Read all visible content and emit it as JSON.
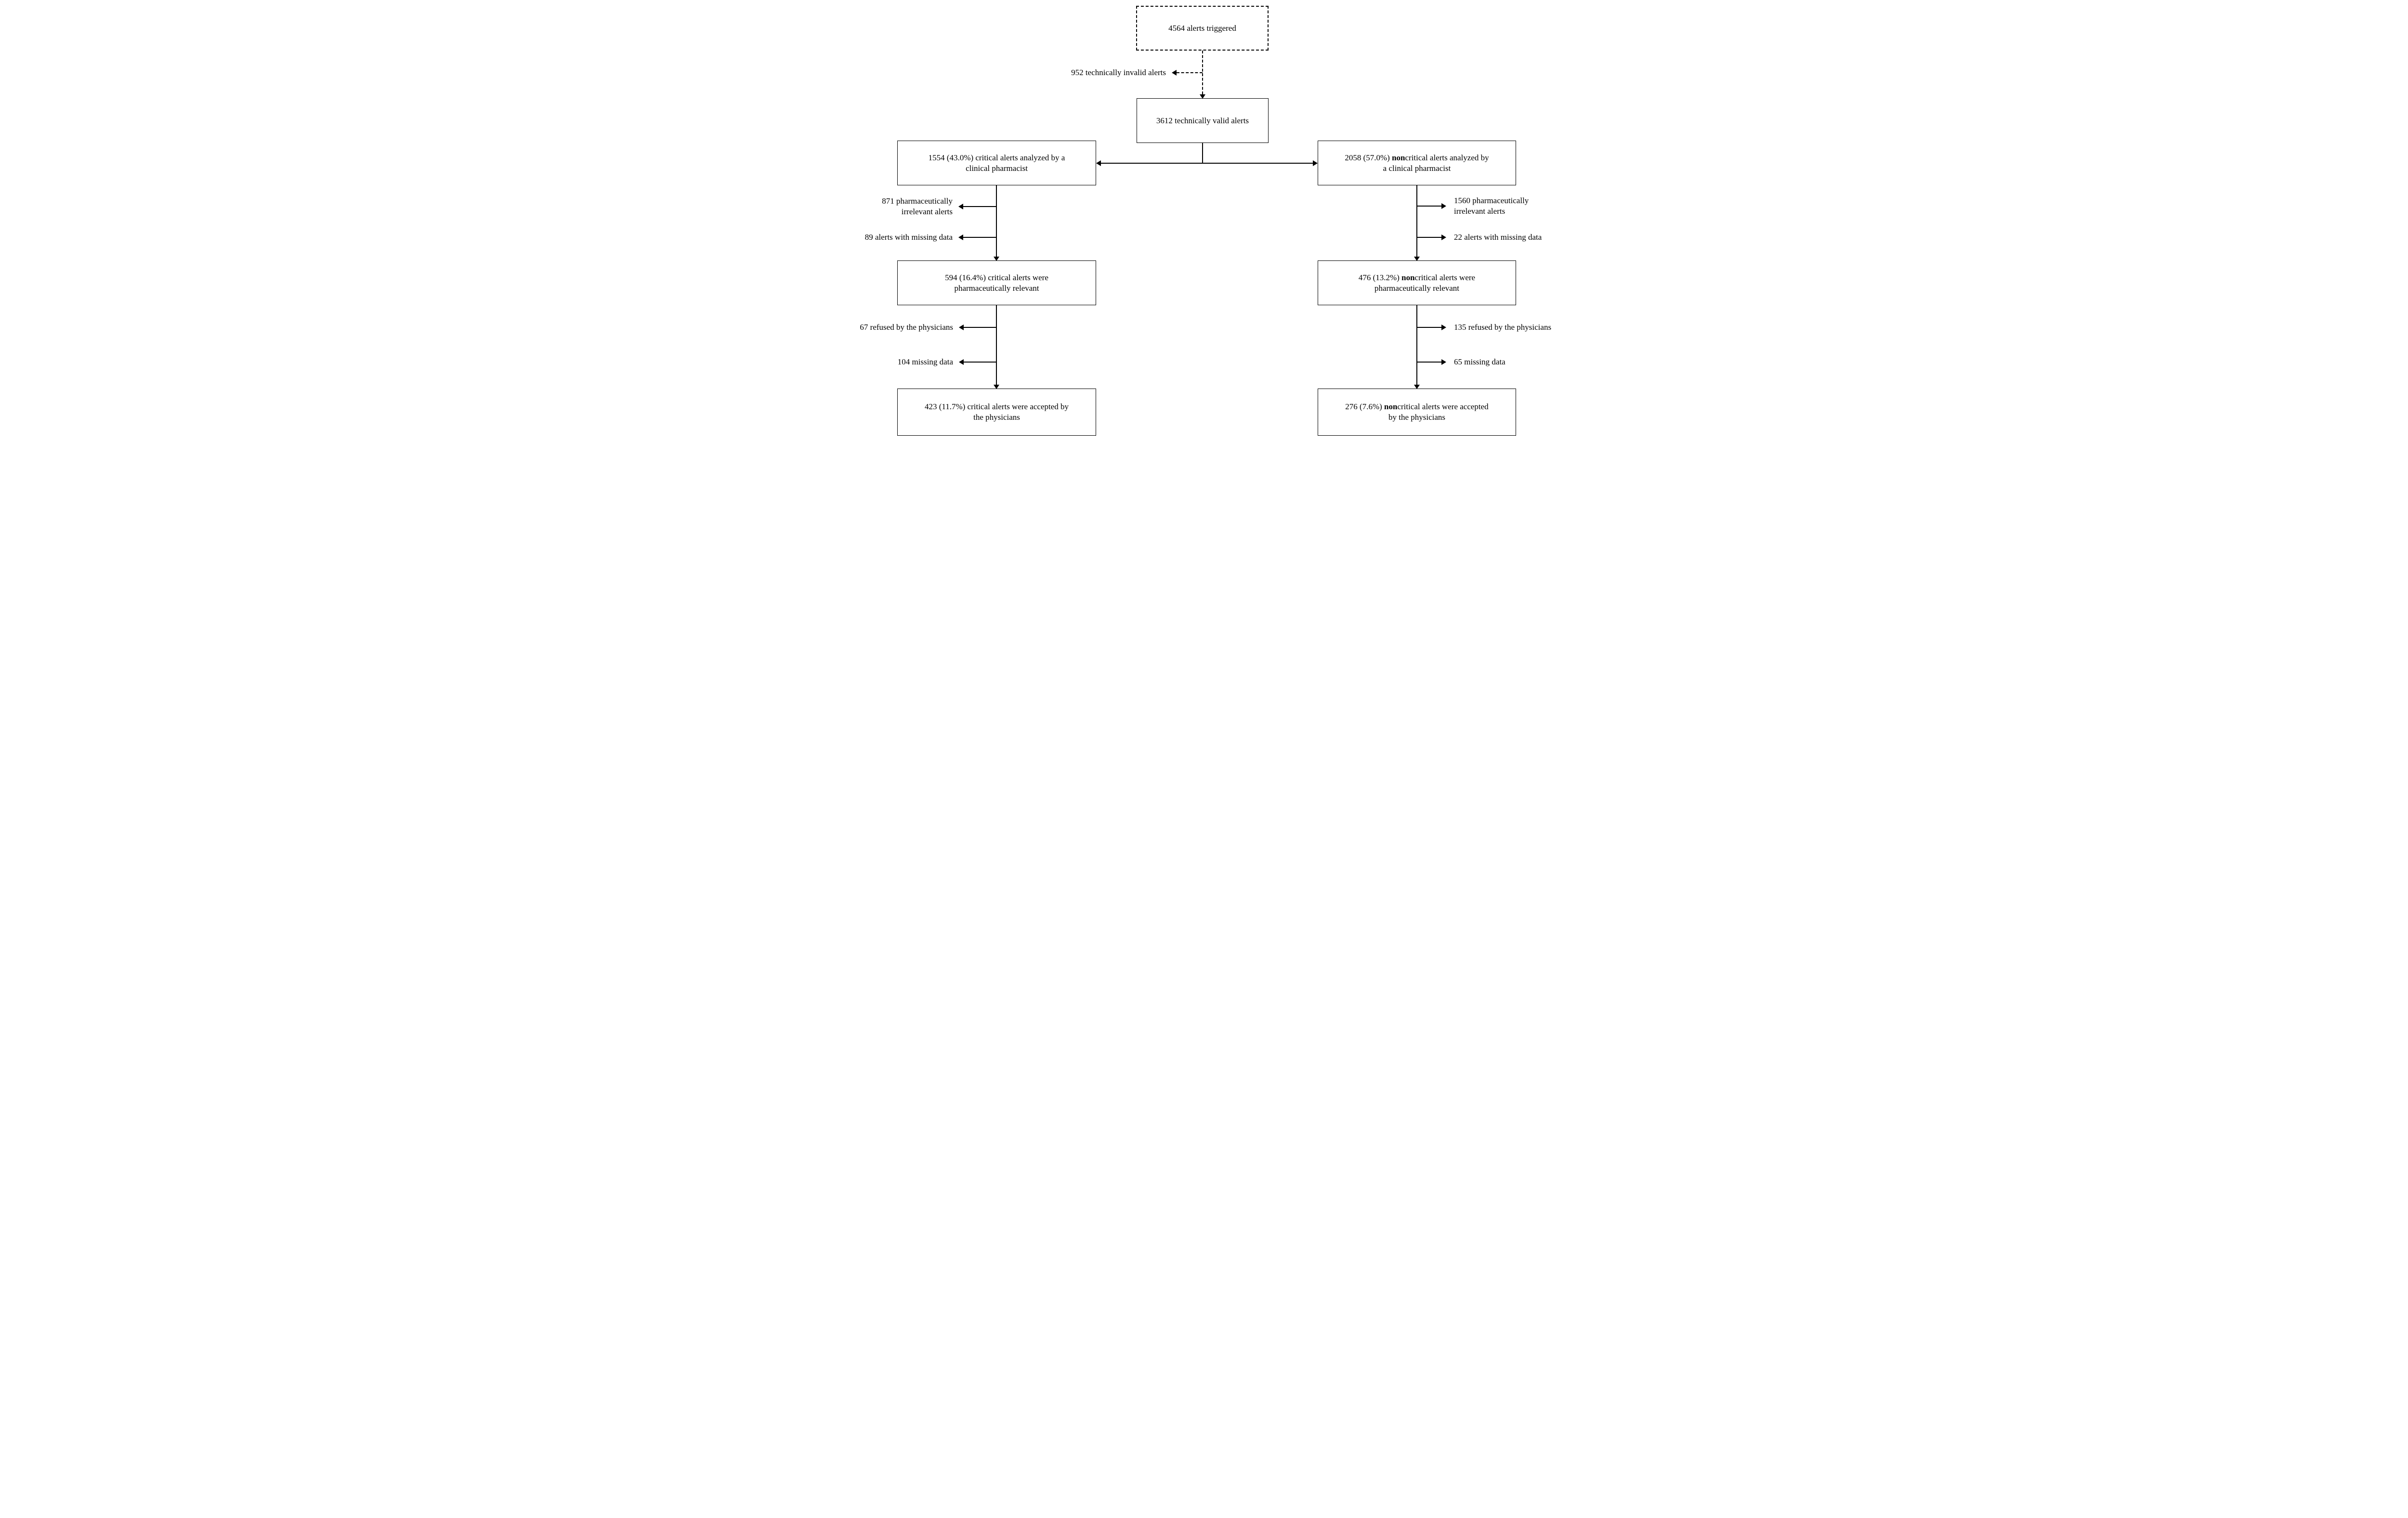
{
  "diagram": {
    "type": "flowchart",
    "colors": {
      "line": "#000000",
      "background": "#ffffff",
      "text": "#000000"
    },
    "nodes": {
      "triggered": {
        "label": "4564 alerts triggered"
      },
      "invalid": {
        "label": "952 technically invalid alerts"
      },
      "valid": {
        "label": "3612 technically valid alerts"
      },
      "critical_analyzed": {
        "label": "1554 (43.0%) critical alerts analyzed by a\nclinical pharmacist"
      },
      "noncritical_analyzed": {
        "parts": [
          {
            "text": "2058 (57.0%) "
          },
          {
            "text": "non",
            "bold": true
          },
          {
            "text": "critical alerts analyzed by\na clinical pharmacist"
          }
        ]
      },
      "critical_irrelevant": {
        "label": "871 pharmaceutically\nirrelevant alerts"
      },
      "critical_missing": {
        "label": "89 alerts with missing data"
      },
      "noncritical_irrelevant": {
        "label": "1560 pharmaceutically\nirrelevant alerts"
      },
      "noncritical_missing": {
        "label": "22 alerts with missing data"
      },
      "critical_relevant": {
        "label": "594 (16.4%) critical alerts were\npharmaceutically relevant"
      },
      "noncritical_relevant": {
        "parts": [
          {
            "text": "476 (13.2%) "
          },
          {
            "text": "non",
            "bold": true
          },
          {
            "text": "critical alerts were\npharmaceutically relevant"
          }
        ]
      },
      "critical_refused": {
        "label": "67 refused by the physicians"
      },
      "critical_missing_2": {
        "label": "104 missing data"
      },
      "noncritical_refused": {
        "label": "135 refused by the physicians"
      },
      "noncritical_missing_2": {
        "label": "65 missing data"
      },
      "critical_accepted": {
        "label": "423 (11.7%) critical alerts were accepted by\nthe physicians"
      },
      "noncritical_accepted": {
        "parts": [
          {
            "text": "276 (7.6%) "
          },
          {
            "text": "non",
            "bold": true
          },
          {
            "text": "critical alerts were accepted\nby the physicians"
          }
        ]
      }
    }
  }
}
